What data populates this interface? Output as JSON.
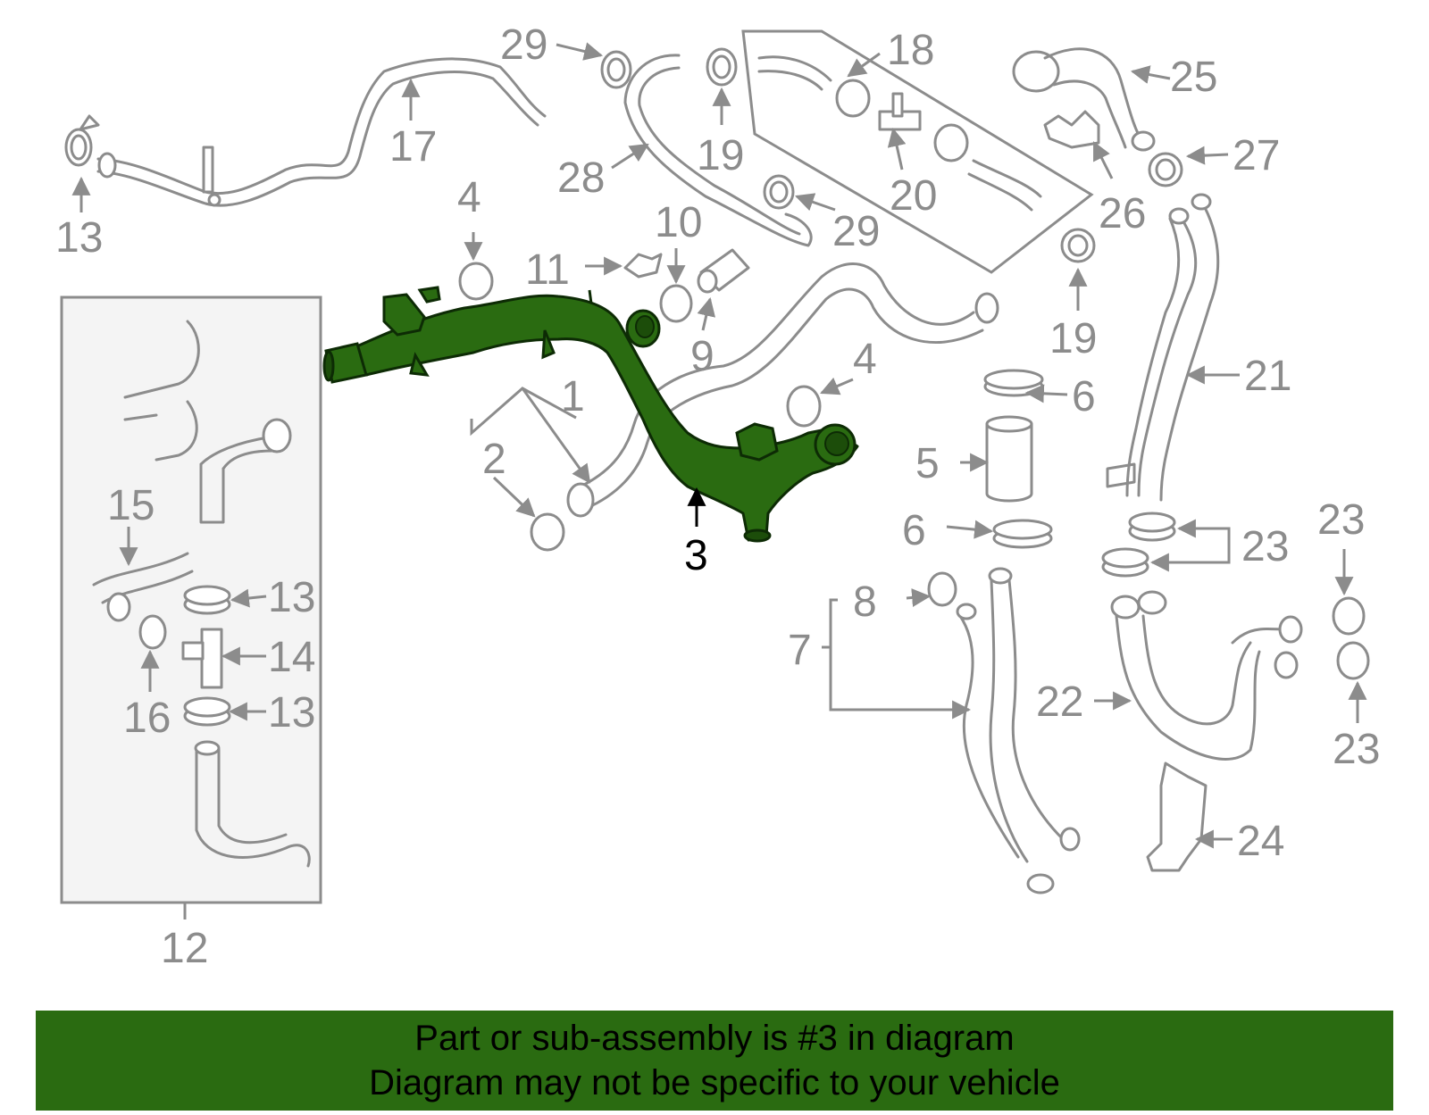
{
  "colors": {
    "highlight": "#2a6b11",
    "highlight_dark": "#1c4d0a",
    "part_line": "#8c8c8c",
    "inset_bg": "#f4f4f4",
    "footer_bg": "#2a6b11"
  },
  "labels": {
    "l1": "1",
    "l2": "2",
    "l3": "3",
    "l4a": "4",
    "l4b": "4",
    "l5": "5",
    "l6a": "6",
    "l6b": "6",
    "l7": "7",
    "l8": "8",
    "l9": "9",
    "l10": "10",
    "l11": "11",
    "l12": "12",
    "l13a": "13",
    "l13b": "13",
    "l13c": "13",
    "l14": "14",
    "l15": "15",
    "l16": "16",
    "l17": "17",
    "l18": "18",
    "l19a": "19",
    "l19b": "19",
    "l20": "20",
    "l21": "21",
    "l22": "22",
    "l23a": "23",
    "l23b": "23",
    "l23c": "23",
    "l24": "24",
    "l25": "25",
    "l26": "26",
    "l27": "27",
    "l28": "28",
    "l29a": "29",
    "l29b": "29"
  },
  "footer": {
    "line1": "Part or sub-assembly is #3 in diagram",
    "line2": "Diagram may not be specific to your vehicle"
  }
}
